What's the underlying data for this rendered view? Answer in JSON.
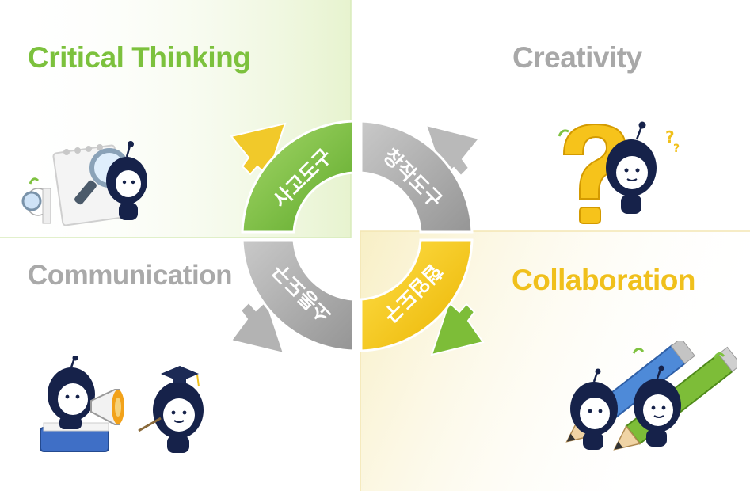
{
  "quadrants": {
    "top_left": {
      "title": "Critical Thinking",
      "ring_label": "사고도구",
      "color": "#7fc241",
      "icon": "magnifier-notebook-character-icon"
    },
    "top_right": {
      "title": "Creativity",
      "ring_label": "창작도구",
      "color": "#a9a9a9",
      "icon": "question-mark-character-icon"
    },
    "bottom_left": {
      "title": "Communication",
      "ring_label": "소통도구",
      "color": "#a9a9a9",
      "icon": "megaphone-graduate-characters-icon"
    },
    "bottom_right": {
      "title": "Collaboration",
      "ring_label": "협업도구",
      "color": "#f2c21b",
      "icon": "pencil-characters-icon"
    }
  },
  "colors": {
    "green_segment": "#82c440",
    "gray_segment": "#a8a8a8",
    "yellow_segment": "#f6c41a",
    "yellow_arrow": "#f2cb27",
    "green_arrow": "#7fbf3a",
    "character_navy": "#17224a",
    "panel_green_tint": "#eef7dd",
    "panel_yellow_tint": "#fbf6dc"
  }
}
